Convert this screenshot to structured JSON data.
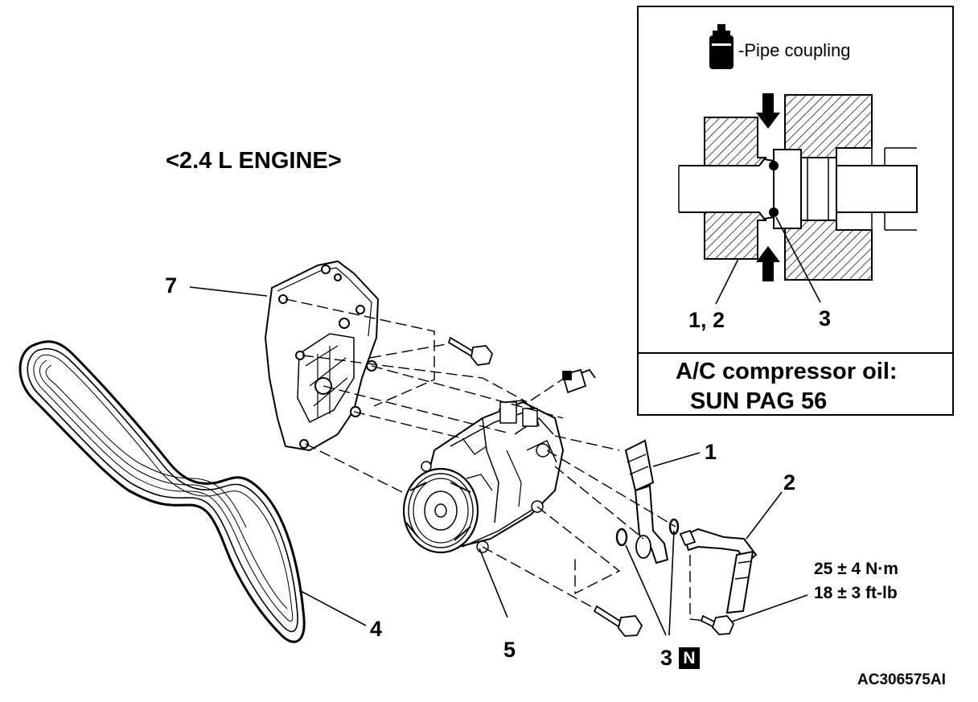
{
  "title": "<2.4 L ENGINE>",
  "inset": {
    "legend_text": "-Pipe coupling",
    "legend_icon": "pipe-coupling-oil-can-icon",
    "label_1_2": "1, 2",
    "label_3": "3",
    "oil_title": "A/C compressor oil:",
    "oil_value": "SUN PAG 56"
  },
  "callouts": {
    "c1": "1",
    "c2": "2",
    "c3": "3",
    "c4": "4",
    "c5": "5",
    "c7": "7"
  },
  "badge_n": "N",
  "torque": {
    "nm": "25 ± 4 N·m",
    "ftlb": "18 ± 3 ft-lb"
  },
  "figure_code": "AC306575AI"
}
